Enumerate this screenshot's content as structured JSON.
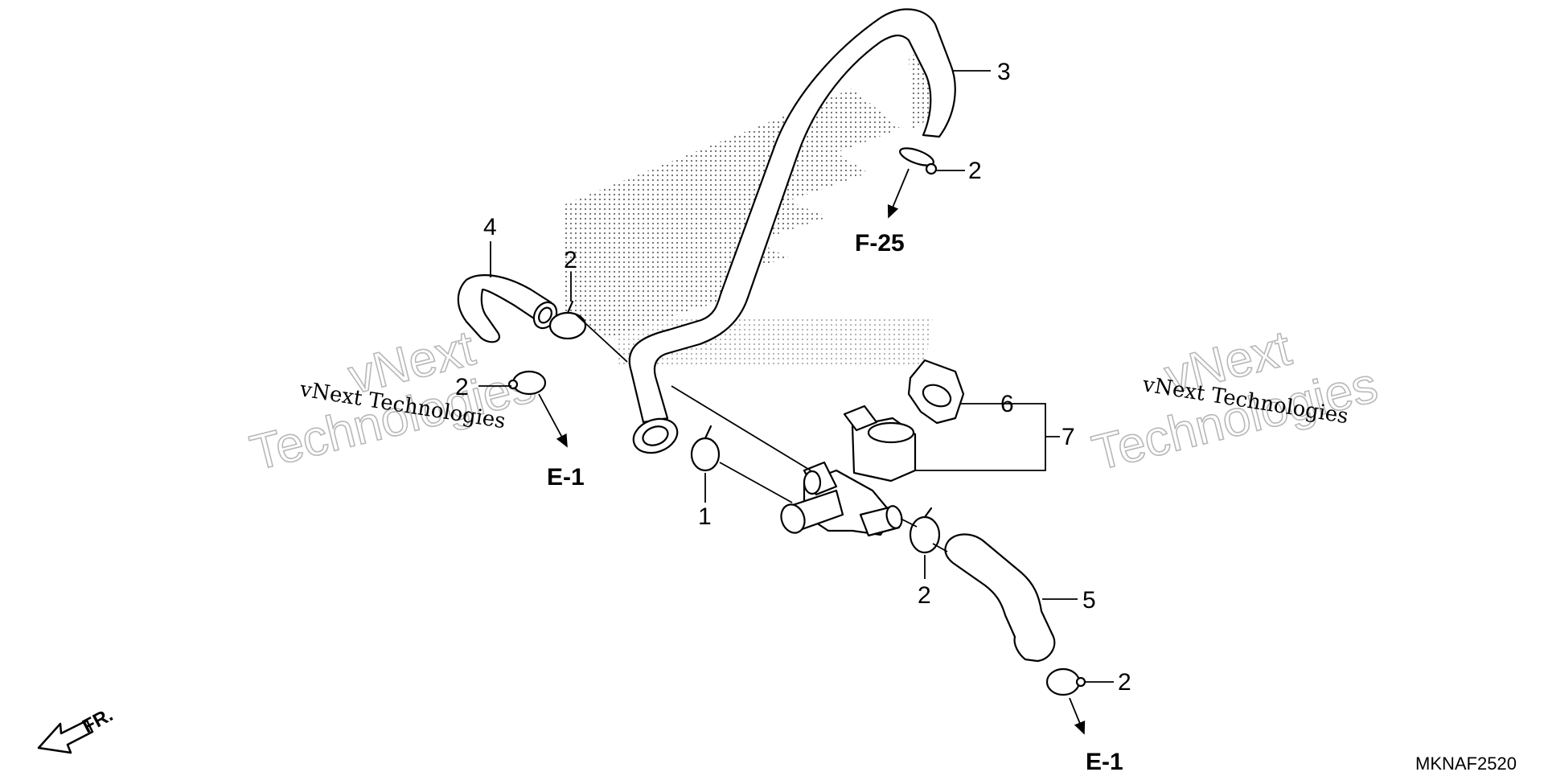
{
  "callouts": {
    "c1": "1",
    "c2a": "2",
    "c2b": "2",
    "c2c": "2",
    "c2d": "2",
    "c2e": "2",
    "c3": "3",
    "c4": "4",
    "c5": "5",
    "c6": "6",
    "c7": "7"
  },
  "refs": {
    "f25": "F-25",
    "e1_left": "E-1",
    "e1_bottom": "E-1"
  },
  "watermark": {
    "small": "vNext Technologies",
    "line1": "vNext",
    "line2": "Technologies"
  },
  "diagram_code": "MKNAF2520",
  "front_label": "FR."
}
